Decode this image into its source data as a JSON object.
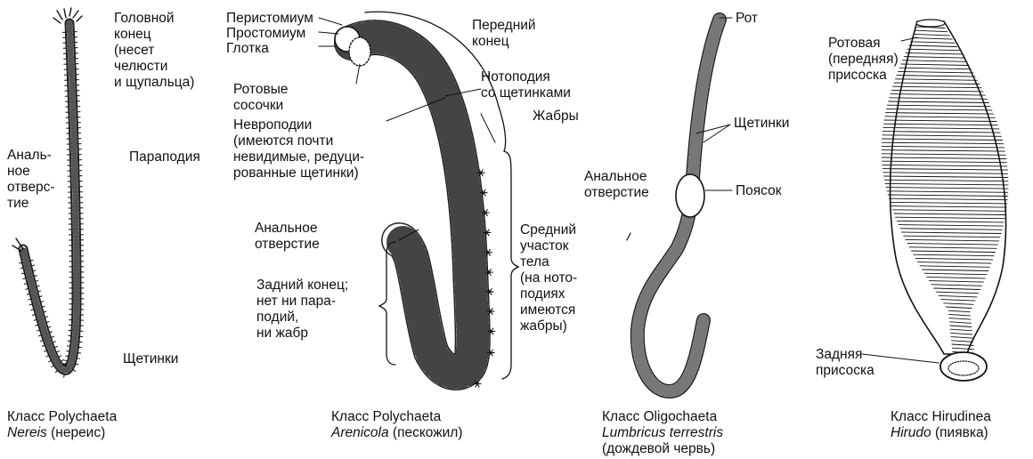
{
  "nereis": {
    "labels": {
      "head": [
        "Головной",
        "конец",
        "(несет",
        "челюсти",
        "и щупальца)"
      ],
      "parapodia": "Параподия",
      "anus": [
        "Аналь-",
        "ное",
        "отверс-",
        "тие"
      ],
      "setae": "Щетинки"
    },
    "caption": {
      "class": "Класс Polychaeta",
      "genus": "Nereis",
      "common": " (нереис)"
    }
  },
  "arenicola": {
    "labels": {
      "peristomium": "Перистомиум",
      "prostomium": "Простомиум",
      "pharynx": "Глотка",
      "anterior": [
        "Передний",
        "конец"
      ],
      "notopodia": [
        "Нотоподия",
        "со щетинками"
      ],
      "oral_papillae": [
        "Ротовые",
        "сосочки"
      ],
      "neuropodia": [
        "Невроподии",
        "(имеются почти",
        "невидимые, редуци-",
        "рованные щетинки)"
      ],
      "gills": "Жабры",
      "anus": [
        "Анальное",
        "отверстие"
      ],
      "middle": [
        "Средний",
        "участок",
        "тела",
        "(на ното-",
        "подиях",
        "имеются",
        "жабры)"
      ],
      "posterior": [
        "Задний конец;",
        "нет ни пара-",
        "подий,",
        "ни жабр"
      ]
    },
    "caption": {
      "class": "Класс Polychaeta",
      "genus": "Arenicola",
      "common": " (пескожил)"
    }
  },
  "lumbricus": {
    "labels": {
      "mouth": "Рот",
      "setae": "Щетинки",
      "anus": [
        "Анальное",
        "отверстие"
      ],
      "clitellum": "Поясок"
    },
    "caption": {
      "class": "Класс Oligochaeta",
      "genus": "Lumbricus terrestris",
      "common": "(дождевой червь)"
    }
  },
  "hirudo": {
    "labels": {
      "oral_sucker": [
        "Ротовая",
        "(передняя)",
        "присоска"
      ],
      "posterior_sucker": [
        "Задняя",
        "присоска"
      ]
    },
    "caption": {
      "class": "Класс Hirudinea",
      "genus": "Hirudo",
      "common": " (пиявка)"
    }
  }
}
